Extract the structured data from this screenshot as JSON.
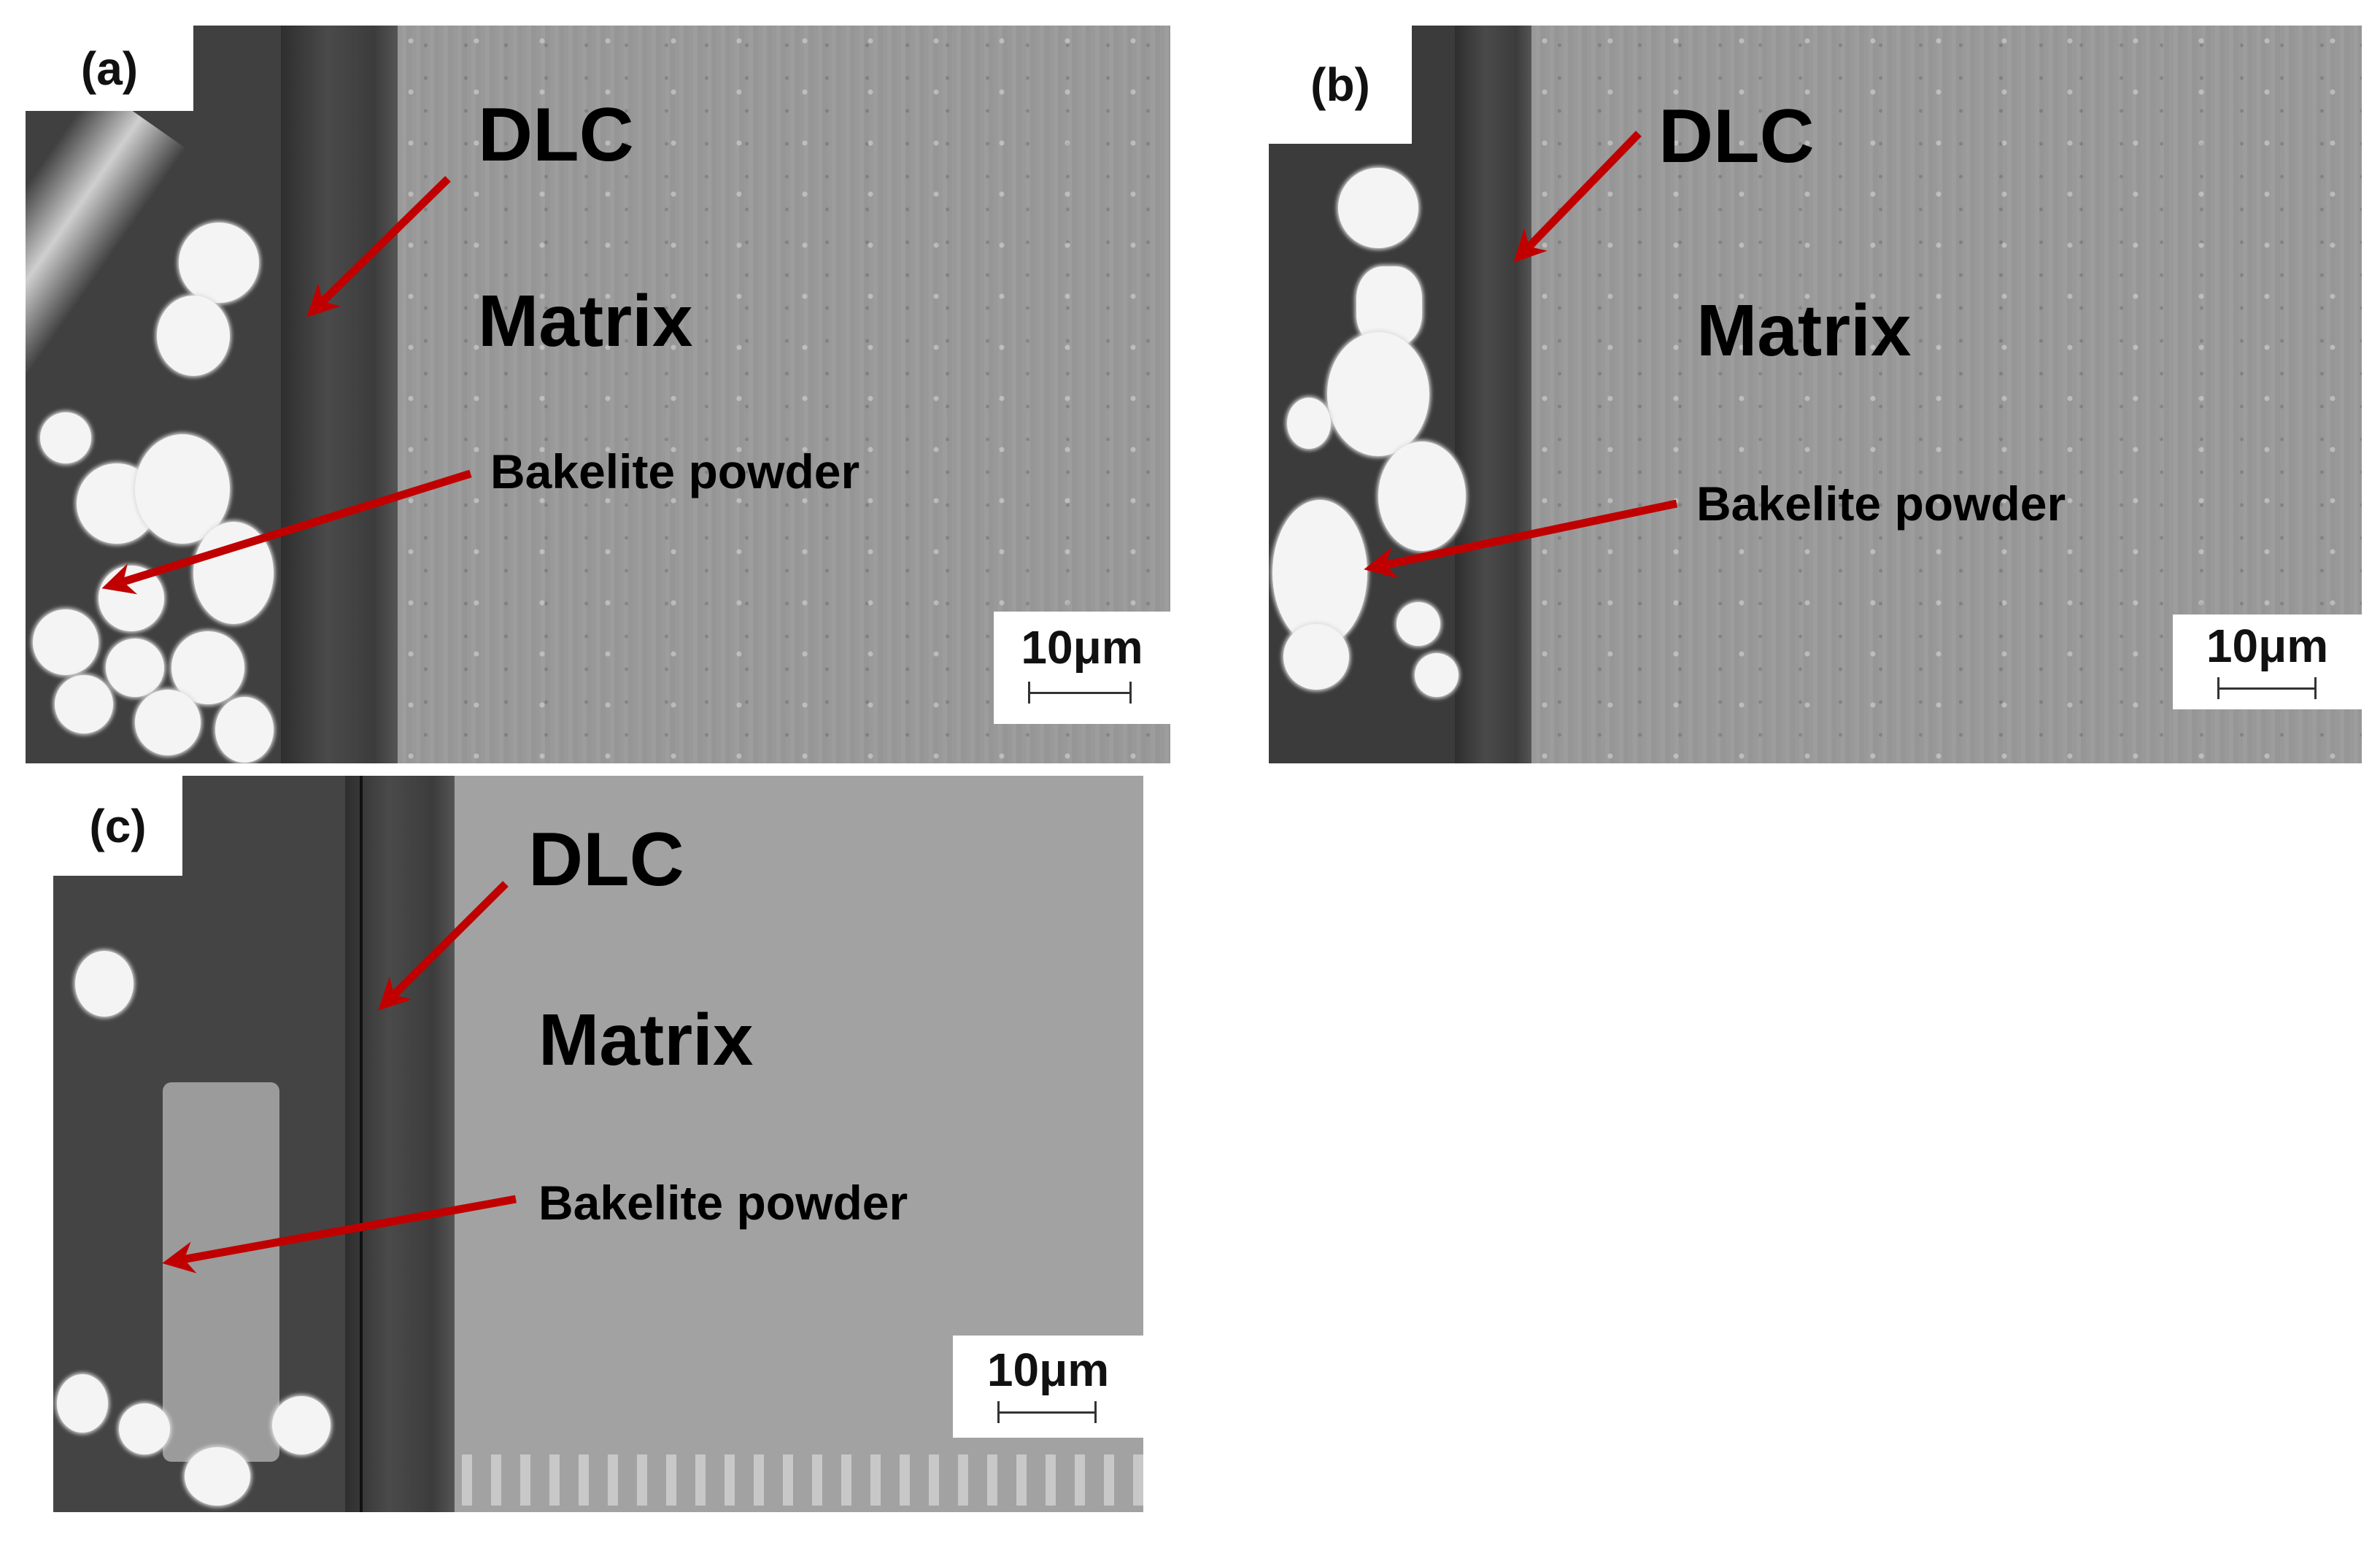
{
  "figure": {
    "panels": [
      {
        "id": "a",
        "label": "(a)",
        "annotations": {
          "dlc": "DLC",
          "matrix": "Matrix",
          "bakelite": "Bakelite powder"
        },
        "scale_bar": "10μm"
      },
      {
        "id": "b",
        "label": "(b)",
        "annotations": {
          "dlc": "DLC",
          "matrix": "Matrix",
          "bakelite": "Bakelite powder"
        },
        "scale_bar": "10μm"
      },
      {
        "id": "c",
        "label": "(c)",
        "annotations": {
          "dlc": "DLC",
          "matrix": "Matrix",
          "bakelite": "Bakelite powder"
        },
        "scale_bar": "10μm"
      }
    ],
    "colors": {
      "arrow": "#C00000",
      "matrix_grey": "#9A9A9A",
      "dlc_dark": "#3A3A3A",
      "particle_white": "#F4F4F4"
    },
    "image_type": "SEM cross-section micrographs"
  }
}
